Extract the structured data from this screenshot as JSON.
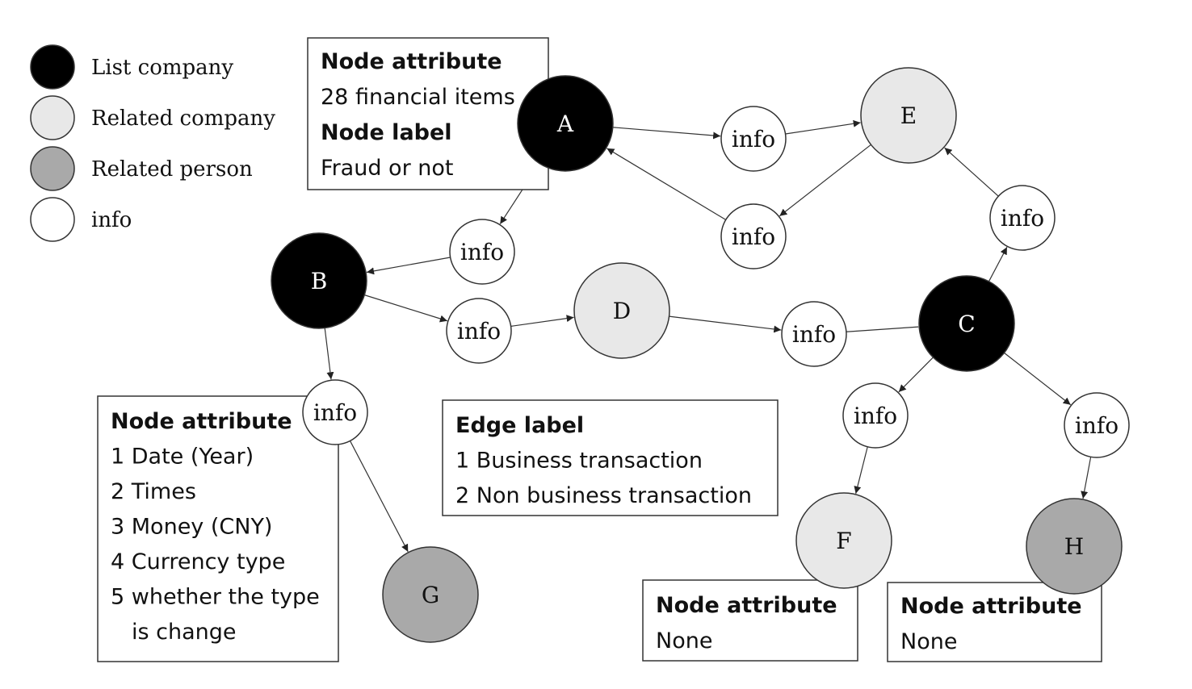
{
  "legend": [
    {
      "label": "List company",
      "kind": "list"
    },
    {
      "label": "Related company",
      "kind": "related-company"
    },
    {
      "label": "Related person",
      "kind": "related-person"
    },
    {
      "label": "info",
      "kind": "info"
    }
  ],
  "colors": {
    "list": "#000000",
    "related-company": "#e8e8e8",
    "related-person": "#a9a9a9",
    "info": "#ffffff",
    "stroke": "#333333"
  },
  "nodes": [
    {
      "id": "A",
      "label": "A",
      "kind": "list"
    },
    {
      "id": "B",
      "label": "B",
      "kind": "list"
    },
    {
      "id": "C",
      "label": "C",
      "kind": "list"
    },
    {
      "id": "D",
      "label": "D",
      "kind": "related-company"
    },
    {
      "id": "E",
      "label": "E",
      "kind": "related-company"
    },
    {
      "id": "F",
      "label": "F",
      "kind": "related-company"
    },
    {
      "id": "G",
      "label": "G",
      "kind": "related-person"
    },
    {
      "id": "H",
      "label": "H",
      "kind": "related-person"
    },
    {
      "id": "i1",
      "label": "info",
      "kind": "info"
    },
    {
      "id": "i2",
      "label": "info",
      "kind": "info"
    },
    {
      "id": "i3",
      "label": "info",
      "kind": "info"
    },
    {
      "id": "i4",
      "label": "info",
      "kind": "info"
    },
    {
      "id": "i5",
      "label": "info",
      "kind": "info"
    },
    {
      "id": "i6",
      "label": "info",
      "kind": "info"
    },
    {
      "id": "i7",
      "label": "info",
      "kind": "info"
    },
    {
      "id": "i8",
      "label": "info",
      "kind": "info"
    },
    {
      "id": "i9",
      "label": "info",
      "kind": "info"
    },
    {
      "id": "i10",
      "label": "info",
      "kind": "info"
    }
  ],
  "edges": [
    {
      "from": "A",
      "to": "i1",
      "arrow": true
    },
    {
      "from": "i1",
      "to": "E",
      "arrow": true
    },
    {
      "from": "E",
      "to": "i2",
      "arrow": true
    },
    {
      "from": "i2",
      "to": "A",
      "arrow": true
    },
    {
      "from": "A",
      "to": "i3",
      "arrow": true
    },
    {
      "from": "i3",
      "to": "B",
      "arrow": true
    },
    {
      "from": "B",
      "to": "i4",
      "arrow": true
    },
    {
      "from": "i4",
      "to": "D",
      "arrow": true
    },
    {
      "from": "D",
      "to": "i5",
      "arrow": true
    },
    {
      "from": "i5",
      "to": "C",
      "arrow": false
    },
    {
      "from": "C",
      "to": "i6",
      "arrow": true
    },
    {
      "from": "i6",
      "to": "E",
      "arrow": true
    },
    {
      "from": "B",
      "to": "i7",
      "arrow": true
    },
    {
      "from": "i7",
      "to": "G",
      "arrow": true
    },
    {
      "from": "C",
      "to": "i8",
      "arrow": true
    },
    {
      "from": "i8",
      "to": "F",
      "arrow": true
    },
    {
      "from": "C",
      "to": "i9",
      "arrow": true
    },
    {
      "from": "i9",
      "to": "H",
      "arrow": true
    }
  ],
  "boxes": [
    {
      "id": "box-A",
      "lines": [
        {
          "text": "Node attribute",
          "bold": true
        },
        {
          "text": "28 financial items",
          "bold": false
        },
        {
          "text": "Node label",
          "bold": true
        },
        {
          "text": "Fraud or not",
          "bold": false
        }
      ]
    },
    {
      "id": "box-info",
      "lines": [
        {
          "text": "Node attribute",
          "bold": true
        },
        {
          "text": "1 Date (Year)",
          "bold": false
        },
        {
          "text": "2 Times",
          "bold": false
        },
        {
          "text": "3 Money (CNY)",
          "bold": false
        },
        {
          "text": "4 Currency type",
          "bold": false
        },
        {
          "text": "5 whether the type",
          "bold": false
        },
        {
          "text": "is change",
          "bold": false
        }
      ]
    },
    {
      "id": "box-edge",
      "lines": [
        {
          "text": "Edge label",
          "bold": true
        },
        {
          "text": "1 Business transaction",
          "bold": false
        },
        {
          "text": "2 Non business transaction",
          "bold": false
        }
      ]
    },
    {
      "id": "box-F",
      "lines": [
        {
          "text": "Node attribute",
          "bold": true
        },
        {
          "text": "None",
          "bold": false
        }
      ]
    },
    {
      "id": "box-H",
      "lines": [
        {
          "text": "Node attribute",
          "bold": true
        },
        {
          "text": "None",
          "bold": false
        }
      ]
    }
  ]
}
